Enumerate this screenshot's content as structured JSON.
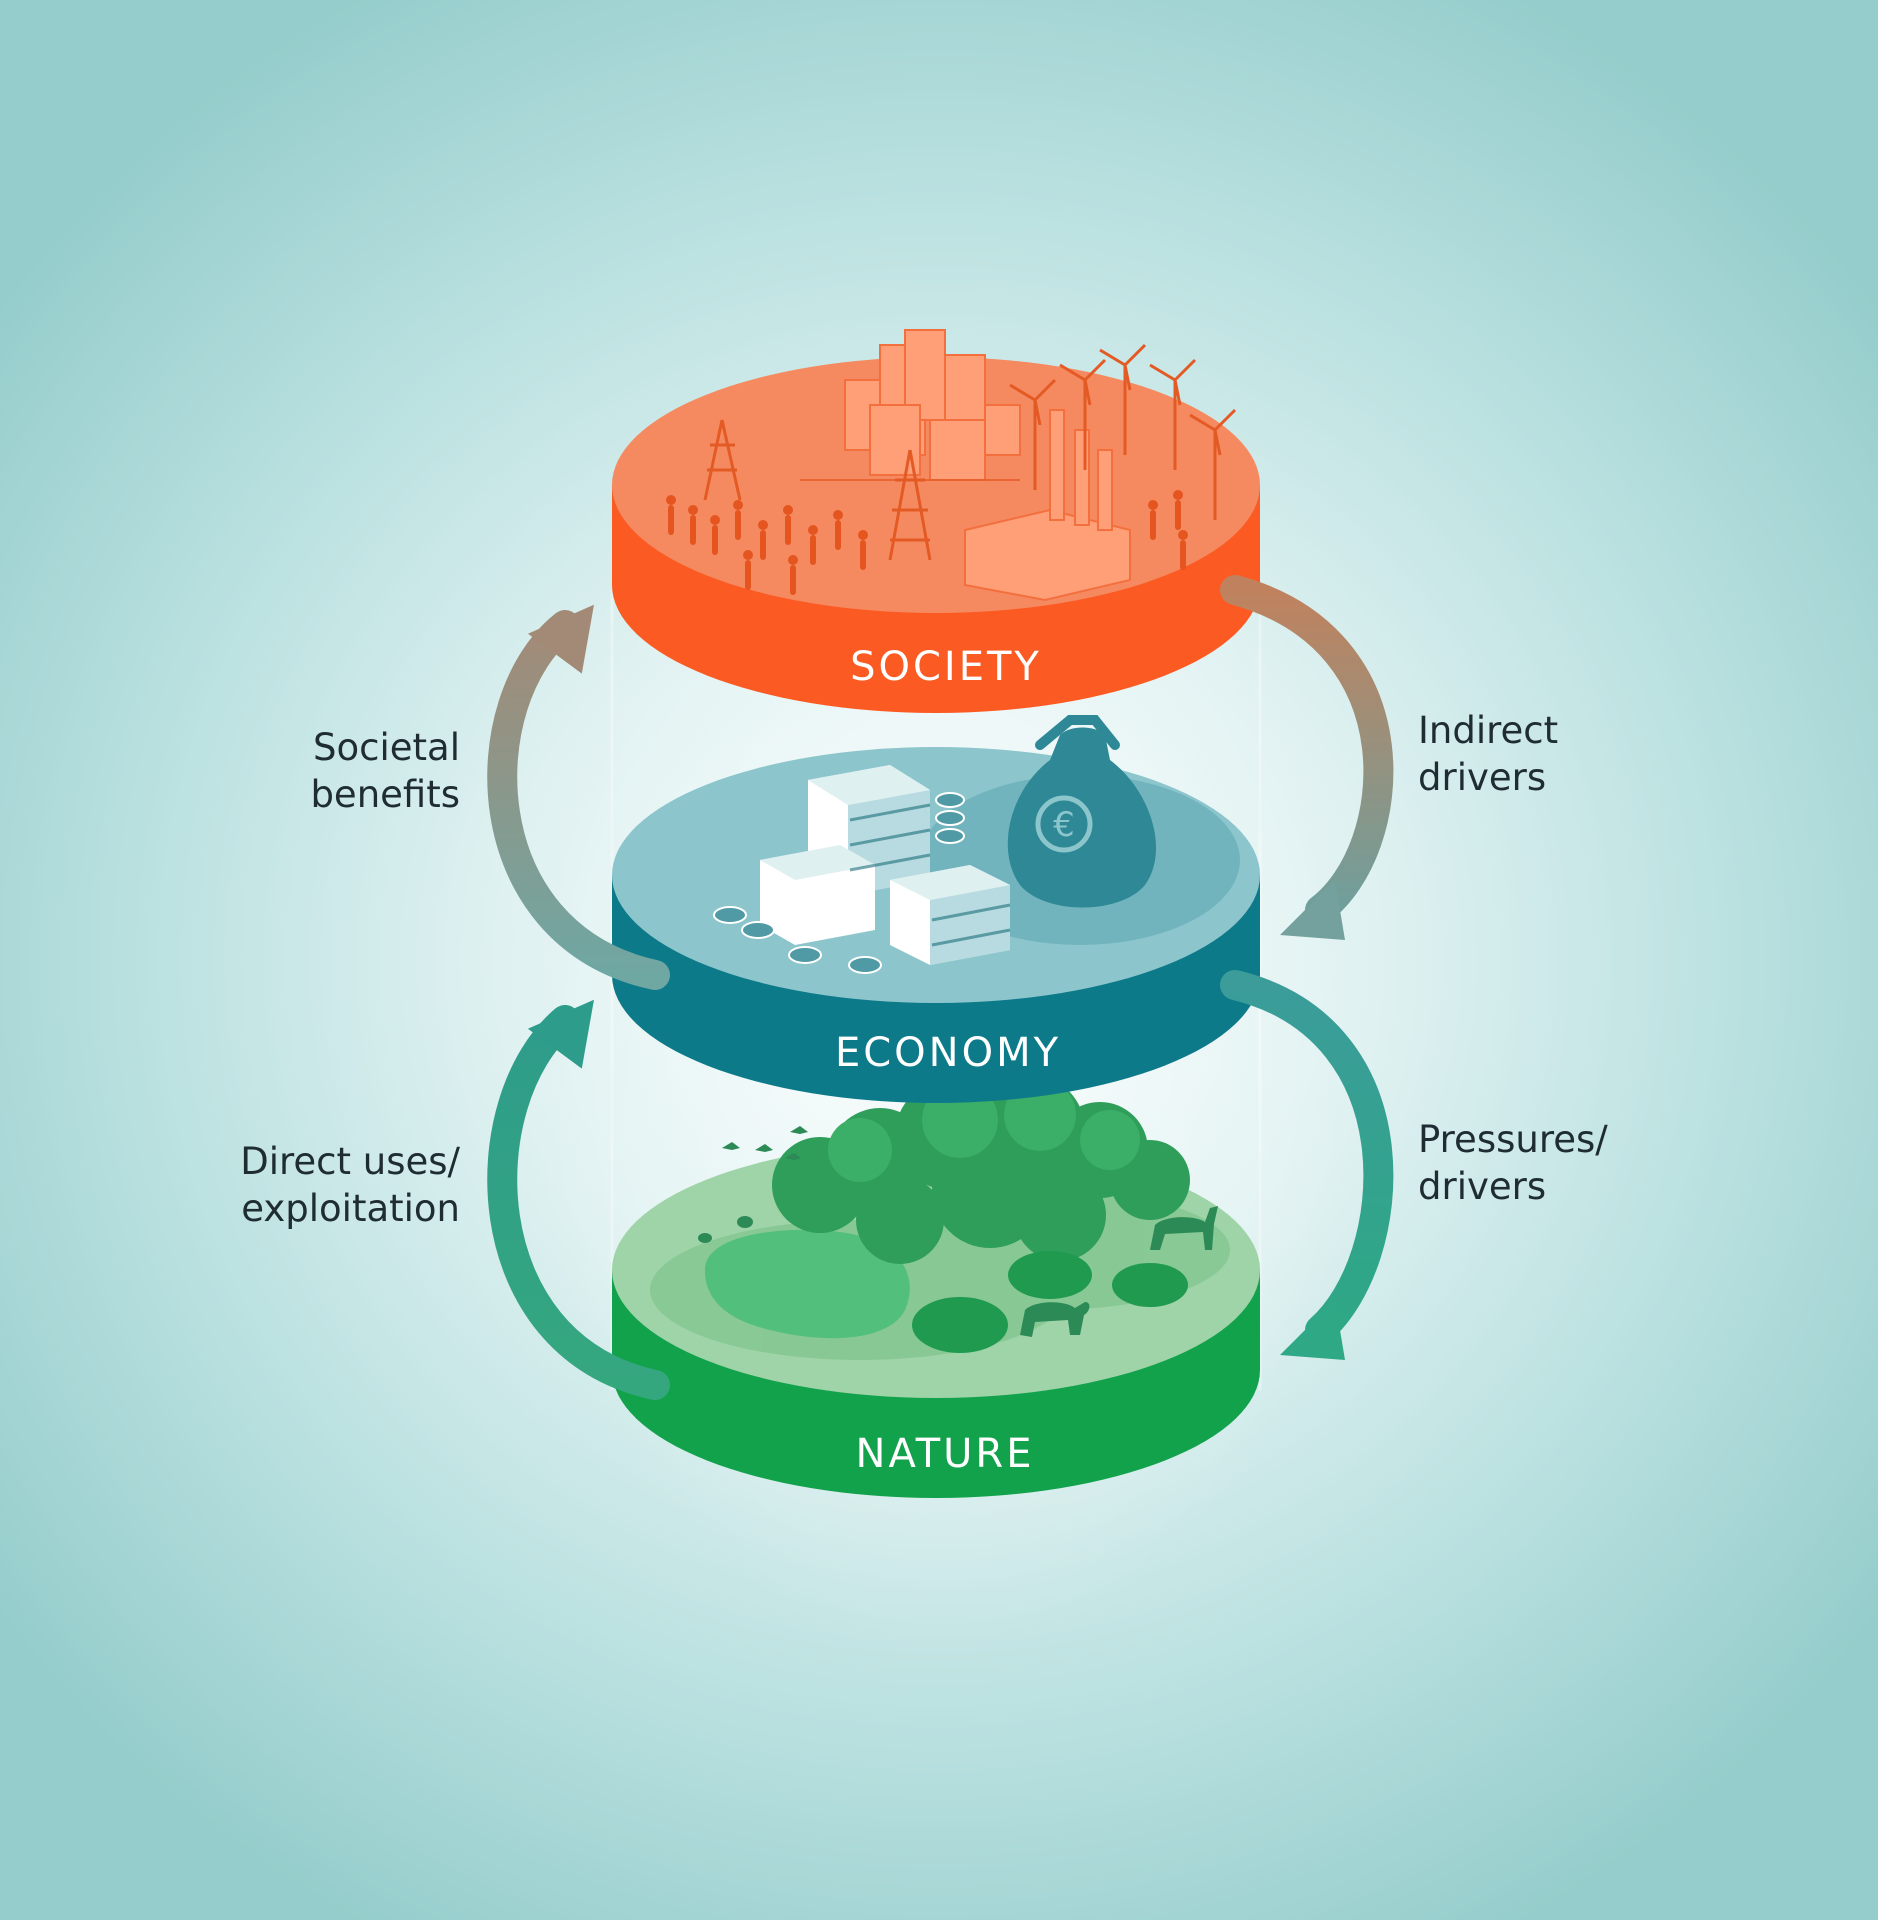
{
  "layers": {
    "society": {
      "label": "SOCIETY",
      "top_color": "#f58a60",
      "side_color": "#fb5a22"
    },
    "economy": {
      "label": "ECONOMY",
      "top_color": "#8cc6cc",
      "side_color": "#0d7a8a"
    },
    "nature": {
      "label": "NATURE",
      "top_color": "#9fd3a8",
      "side_color": "#12a24c"
    }
  },
  "flows": {
    "societal_benefits": {
      "lines": [
        "Societal",
        "benefits"
      ]
    },
    "indirect_drivers": {
      "lines": [
        "Indirect",
        "drivers"
      ]
    },
    "direct_uses": {
      "lines": [
        "Direct uses/",
        "exploitation"
      ]
    },
    "pressures_drivers": {
      "lines": [
        "Pressures/",
        "drivers"
      ]
    }
  },
  "icons": [
    "city-icon",
    "wind-turbine-icon",
    "power-pylon-icon",
    "factory-icon",
    "people-icon",
    "banknote-stack-icon",
    "coin-icon",
    "money-bag-icon",
    "euro-icon",
    "tree-icon",
    "bird-icon",
    "bear-icon",
    "moose-icon",
    "rabbit-icon"
  ],
  "colors": {
    "arrow_upper": [
      "#9a8a78",
      "#7a9f9a"
    ],
    "arrow_lower": "#2f9e8a",
    "background_center": "#f4fbfb",
    "background_edge": "#95cdcc"
  }
}
